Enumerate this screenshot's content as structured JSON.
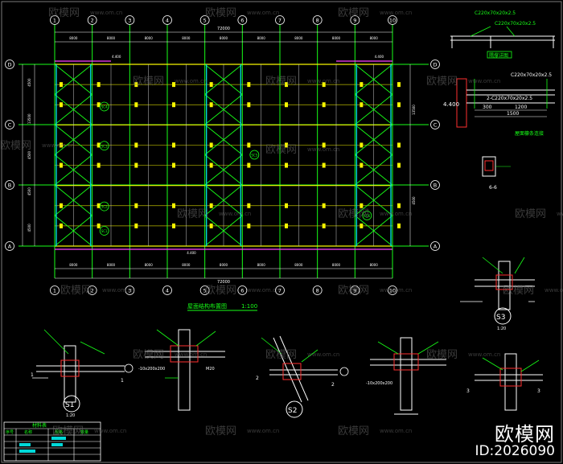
{
  "plan": {
    "column_axes": [
      "1",
      "2",
      "3",
      "4",
      "5",
      "6",
      "7",
      "8",
      "9",
      "10"
    ],
    "row_axes": [
      "A",
      "B",
      "C",
      "D"
    ],
    "left_dims": [
      "4500",
      "13500",
      "4500",
      "4500",
      "4500"
    ],
    "right_dims": [
      "13500",
      "4500"
    ],
    "top_total": "72000",
    "bottom_total": "72000",
    "bay_label": "8000",
    "elev_labels": [
      "4.400",
      "4.400",
      "4.400"
    ],
    "sc_labels": [
      "SC1",
      "SC2",
      "SC3",
      "SC4",
      "SC5",
      "SC6"
    ],
    "title": "屋面结构布置图",
    "scale": "1:100"
  },
  "detail_right": {
    "top_note_1": "C220x70x20x2.5",
    "top_note_2": "C220x70x20x2.5",
    "section_title": "隅撑详图",
    "elev": "4.400",
    "dims": [
      "300",
      "1200",
      "1500"
    ],
    "note_1": "C220x70x20x2.5",
    "note_2": "2-C220x70x20x2.5",
    "section_label": "6-6",
    "section_note": "屋面檩条连接"
  },
  "details": {
    "s1": "S1",
    "s2": "S2",
    "s3": "S3",
    "scale": "1:20",
    "bolt": "M20",
    "plate": "-10x200x200",
    "marks": [
      "1",
      "1",
      "2",
      "2",
      "3",
      "3"
    ]
  },
  "table": {
    "headers": [
      "序号",
      "名称",
      "规格",
      "数量"
    ],
    "title": "材料表"
  },
  "watermark": {
    "cn": "欧模网",
    "url": "www.om.cn"
  },
  "brand": {
    "name": "欧模网",
    "id": "ID:2026090"
  },
  "colors": {
    "green": "#17ff17",
    "yellow": "#f5f500",
    "magenta": "#ff40ff",
    "cyan": "#00d8d8",
    "red": "#ff3030",
    "white": "#ffffff",
    "gray": "#8a8a8a"
  }
}
